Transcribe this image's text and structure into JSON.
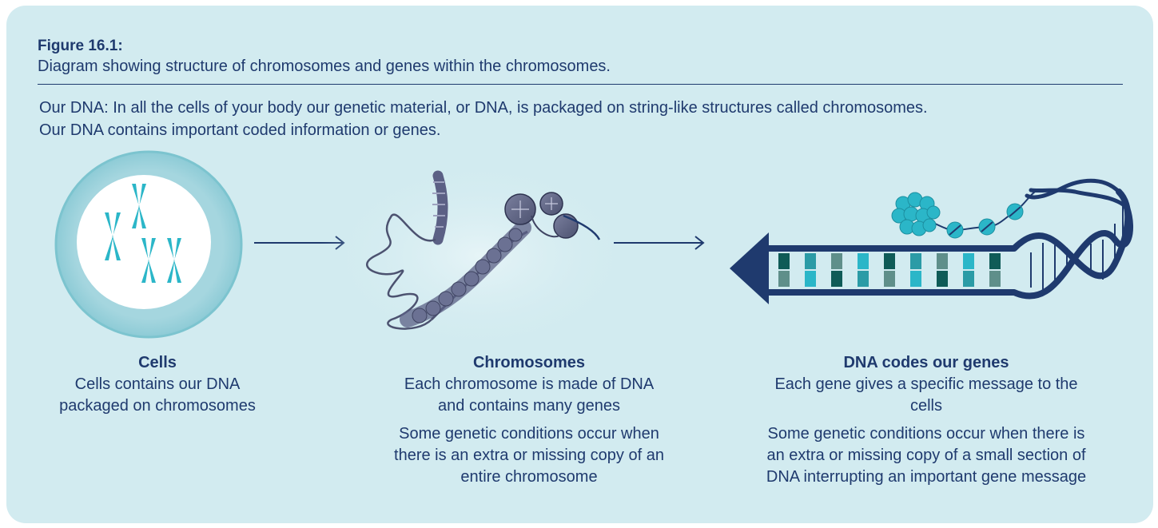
{
  "figure": {
    "label": "Figure 16.1:",
    "caption": "Diagram showing structure of chromosomes and genes within the chromosomes."
  },
  "intro": {
    "line1": "Our DNA: In all the cells of your body our genetic material, or DNA, is packaged on string-like structures called chromosomes.",
    "line2": "Our DNA contains important coded information or genes."
  },
  "columns": [
    {
      "heading": "Cells",
      "line1": "Cells contains our DNA",
      "line2": "packaged on chromosomes"
    },
    {
      "heading": "Chromosomes",
      "line1": "Each chromosome is made of DNA",
      "line2": "and contains many genes",
      "note1": "Some genetic conditions occur when",
      "note2": "there is an extra or missing copy of an",
      "note3": "entire chromosome"
    },
    {
      "heading": "DNA codes our genes",
      "line1": "Each gene gives a specific message to the",
      "line2": "cells",
      "note1": "Some genetic conditions occur when there is",
      "note2": "an extra or missing copy of a small section of",
      "note3": "DNA interrupting an important gene message"
    }
  ],
  "colors": {
    "panel": "#d2ebf0",
    "text": "#1f3a6e",
    "teal": "#2bb6c8",
    "teal_light": "#9fd3dc",
    "dark_teal": "#0f5b57",
    "grey_teal": "#5f8f8a",
    "navy": "#1f3a6e"
  },
  "icons": [
    "cell-icon",
    "chromosome-x-icon",
    "chromatin-illustration",
    "dna-double-helix-icon",
    "arrow-right-icon",
    "arrow-left-icon"
  ]
}
